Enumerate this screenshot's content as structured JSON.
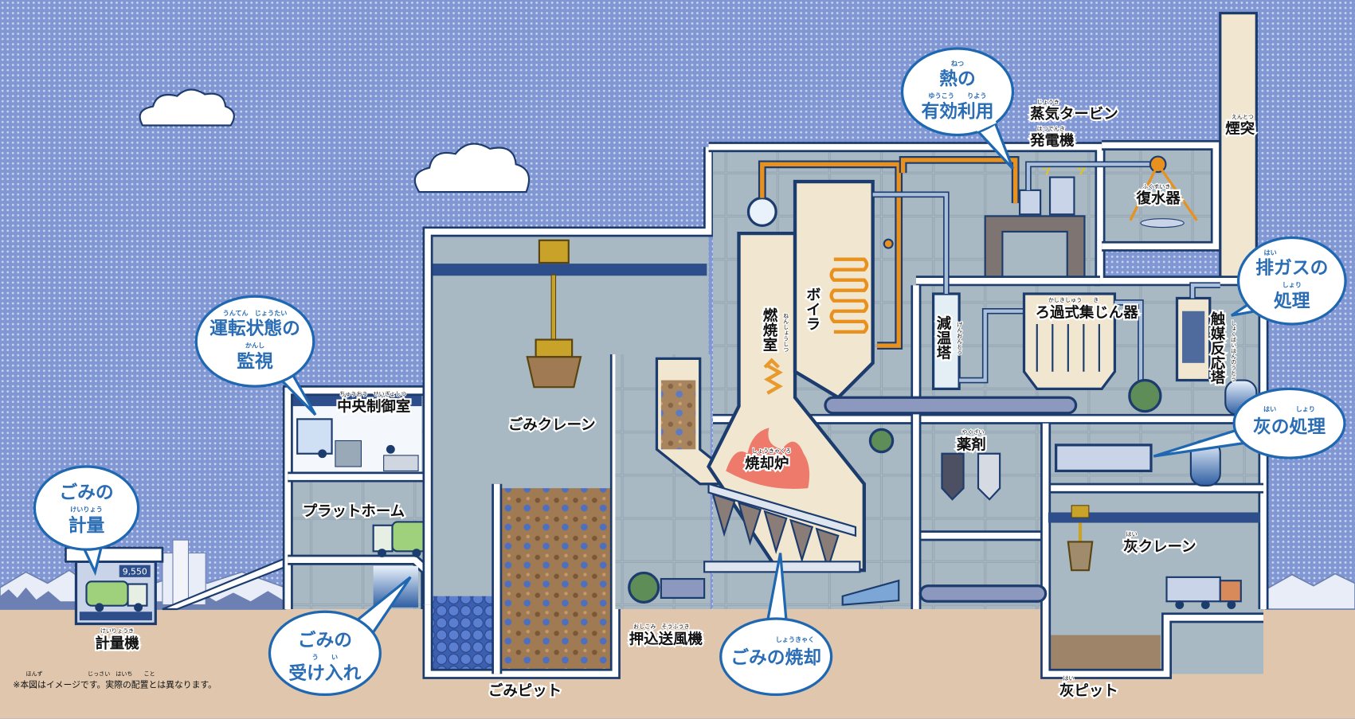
{
  "colors": {
    "sky": "#8197d3",
    "ground": "#dfc6ad",
    "interior": "#a9b9c3",
    "outline": "#1d3c6e",
    "bubble_text": "#2a6db5",
    "steam_pipe": "#e8911e",
    "chamber": "#f1e7d0"
  },
  "bubbles": {
    "heat": {
      "l1_ruby": "ねつ",
      "l1": "熱の",
      "l2_ruby": "ゆうこう　　りよう",
      "l2": "有効利用"
    },
    "exhaust": {
      "l1": "排ガスの",
      "l1_ruby": "はい",
      "l2_ruby": "しょり",
      "l2": "処理"
    },
    "ash": {
      "l1_ruby": "はい　　　しょり",
      "l1": "灰の処理"
    },
    "monitor": {
      "l1_ruby": "うんてん　じょうたい",
      "l1": "運転状態の",
      "l2_ruby": "かんし",
      "l2": "監視"
    },
    "weigh": {
      "l1": "ごみの",
      "l2_ruby": "けいりょう",
      "l2": "計量"
    },
    "receive": {
      "l1": "ごみの",
      "l2_ruby": "う　　い",
      "l2": "受け入れ"
    },
    "burn": {
      "l1_ruby": "しょうきゃく",
      "l1": "ごみの焼却"
    }
  },
  "labels": {
    "turbine": {
      "ruby": "じょうき",
      "text": "蒸気タービン"
    },
    "generator": {
      "ruby": "はつでんき",
      "text": "発電機"
    },
    "chimney": {
      "ruby": "えんとつ",
      "text": "煙突"
    },
    "condenser": {
      "ruby": "ふくすいき",
      "text": "復水器"
    },
    "boiler": {
      "text": "ボイラ"
    },
    "combustion": {
      "ruby": "ねんしょうしつ",
      "text": "燃焼室"
    },
    "cooling_tower": {
      "ruby": "げんおんとう",
      "text": "減温塔"
    },
    "bag_filter": {
      "ruby": "かしきしゅう　　き",
      "text": "ろ過式集じん器"
    },
    "catalyst": {
      "ruby": "しょくばいはんのうとう",
      "text": "触媒反応塔"
    },
    "incinerator": {
      "ruby": "しょうきゃくろ",
      "text": "焼却炉"
    },
    "chemicals": {
      "ruby": "やくざい",
      "text": "薬剤"
    },
    "ash_crane": {
      "ruby": "はい",
      "text": "灰クレーン"
    },
    "control_room": {
      "ruby": "ちゅうおう　せいぎょしつ",
      "text": "中央制御室"
    },
    "platform": {
      "text": "プラットホーム"
    },
    "garbage_crane": {
      "text": "ごみクレーン"
    },
    "scale": {
      "ruby": "けいりょうき",
      "text": "計量機"
    },
    "fan": {
      "ruby": "おしこみ　そうふうき",
      "text": "押込送風機"
    },
    "garbage_pit": {
      "text": "ごみピット"
    },
    "ash_pit": {
      "ruby": "はい",
      "text": "灰ピット"
    }
  },
  "scale_display": "9,550",
  "note": {
    "ruby": "ほんず　　　　　　　　じっさい　はいち　　こと",
    "text": "※本図はイメージです。実際の配置とは異なります。"
  }
}
